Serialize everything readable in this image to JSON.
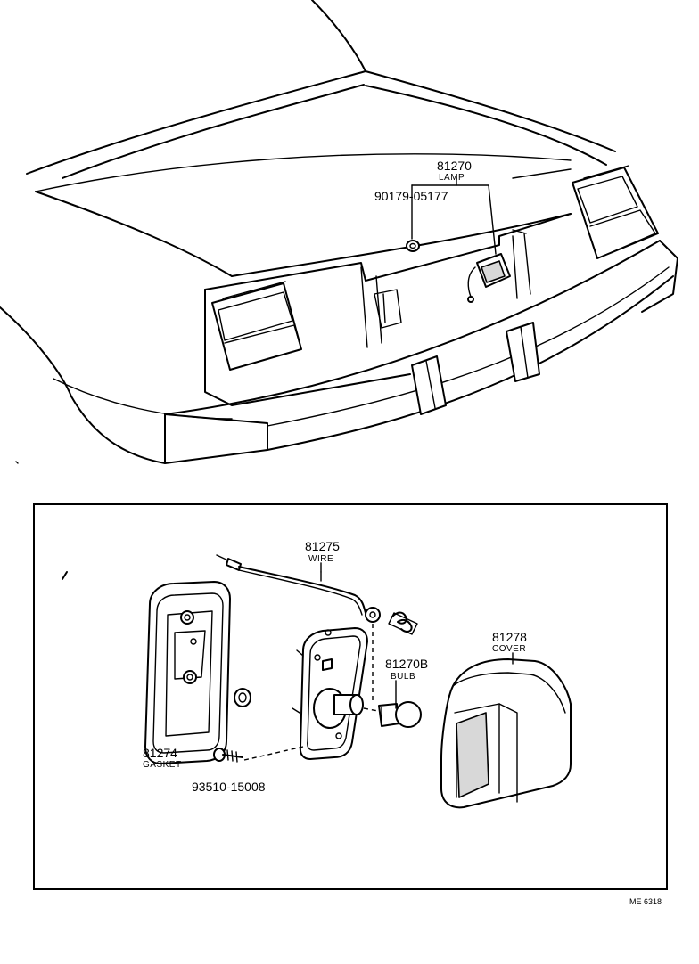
{
  "top_labels": {
    "lamp_number": "81270",
    "lamp_name": "LAMP",
    "nut_number": "90179-05177"
  },
  "detail_labels": {
    "wire_number": "81275",
    "wire_name": "WIRE",
    "bulb_number": "81270B",
    "bulb_name": "BULB",
    "cover_number": "81278",
    "cover_name": "COVER",
    "gasket_number": "81274",
    "gasket_name": "GASKET",
    "screw_number": "93510-15008"
  },
  "figure_code": "ME 6318"
}
